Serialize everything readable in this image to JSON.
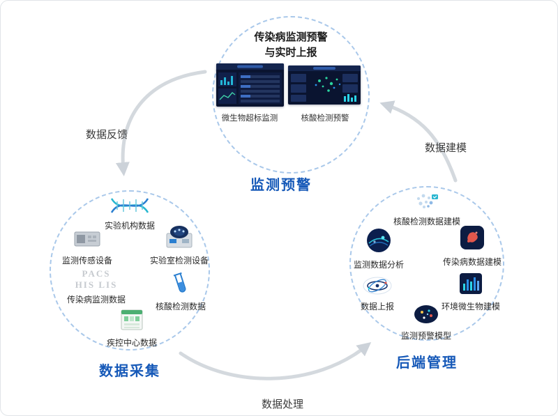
{
  "colors": {
    "accent_blue": "#1659b8",
    "circle_border": "#a9c8ea",
    "arrow_grey": "#d4d9de",
    "dashboard_navy": "#0a1430"
  },
  "nodes": {
    "monitoring": {
      "title_line1": "传染病监测预警",
      "title_line2": "与实时上报",
      "screens": [
        {
          "caption": "微生物超标监测"
        },
        {
          "caption": "核酸检测预警"
        }
      ],
      "label": "监测预警"
    },
    "collection": {
      "label": "数据采集",
      "watermark_line1": "PACS",
      "watermark_line2": "HIS LIS",
      "items": {
        "lab_org": "实验机构数据",
        "sensor": "监测传感设备",
        "lab_device": "实验室检测设备",
        "infectious": "传染病监测数据",
        "nucleic": "核酸检测数据",
        "cdc": "疾控中心数据"
      }
    },
    "backend": {
      "label": "后端管理",
      "items": {
        "nucleic_model": "核酸检测数据建模",
        "analysis": "监测数据分析",
        "infectious_model": "传染病数据建模",
        "report": "数据上报",
        "env_model": "环境微生物建模",
        "warning_model": "监测预警模型"
      }
    }
  },
  "arrows": {
    "feedback": "数据反馈",
    "modeling": "数据建模",
    "processing": "数据处理"
  }
}
